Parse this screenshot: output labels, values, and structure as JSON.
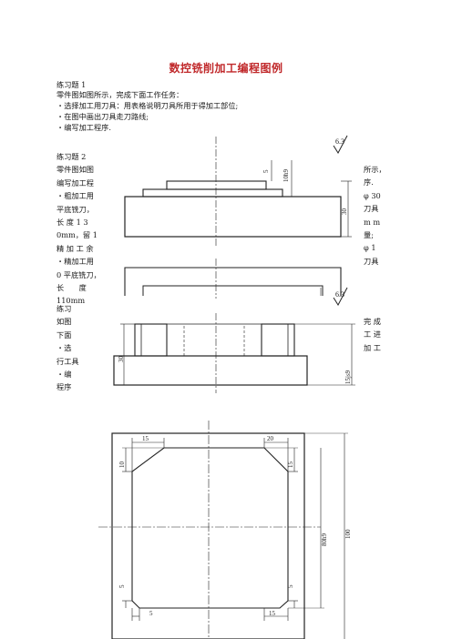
{
  "doc": {
    "title": "数控铣削加工编程图例",
    "ex1": {
      "heading": "练习题 1",
      "intro": "零件图如图所示，完成下面工作任务：",
      "bullets": [
        "・选择加工用刀具：用表格说明刀具所用于得加工部位;",
        "・在图中画出刀具走刀路线;",
        "・编写加工程序."
      ]
    },
    "ex2": {
      "left_lines": [
        "练习题 2",
        "零件图如图",
        "编写加工程",
        "・粗加工用",
        "平底铣刀，",
        "长 度 1 3",
        "0mm，留 1",
        "精 加 工 余",
        "・精加工用",
        "0 平底铣刀，",
        "长　　度",
        "110mm"
      ],
      "right_lines": [
        "所示，",
        "序.",
        "φ 30",
        "刀具",
        "",
        "m m",
        "量;",
        "φ 1",
        "刀具"
      ]
    },
    "ex3": {
      "left_lines": [
        "练习",
        "如图",
        "下面",
        "・选",
        "行工具",
        "・编",
        "程序"
      ],
      "right_lines": [
        "完 成",
        "",
        "工 进",
        "",
        "加 工"
      ]
    },
    "drawing_labels": {
      "roughness": "6.3",
      "d_5": "5",
      "d_10h9": "10h9",
      "d_30": "30",
      "d_30b": "30",
      "d_15js9": "15js9",
      "d_15a": "15",
      "d_20": "20",
      "d_10": "10",
      "d_15b": "15",
      "d_5a": "5",
      "d_5b": "5",
      "d_5c": "5",
      "d_15c": "15",
      "d_80h9": "80h9",
      "d_100": "100"
    }
  }
}
